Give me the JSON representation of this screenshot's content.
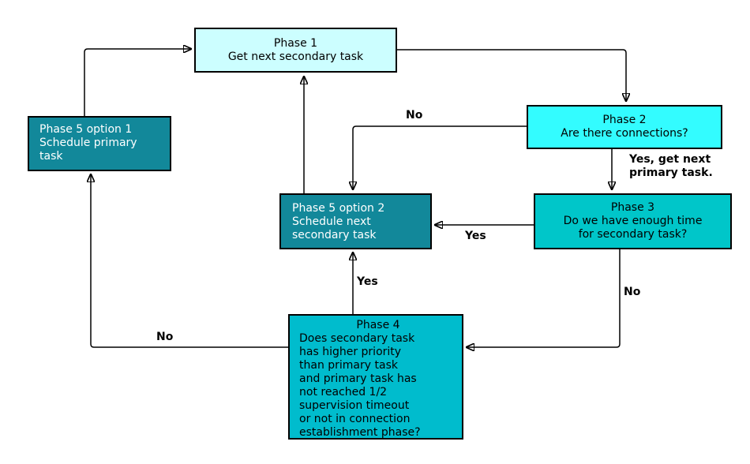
{
  "diagram": {
    "nodes": {
      "phase1": {
        "title": "Phase 1",
        "body": "Get next secondary task",
        "fill": "#CCFEFF",
        "text_color": "#000000"
      },
      "phase2": {
        "title": "Phase 2",
        "body": "Are there connections?",
        "fill": "#33FCFF",
        "text_color": "#000000"
      },
      "phase3": {
        "title": "Phase 3",
        "body": "Do we have enough time\nfor secondary task?",
        "fill": "#00C6C9",
        "text_color": "#000000"
      },
      "phase4": {
        "title": "Phase 4",
        "body": "Does secondary task\nhas higher priority\nthan primary task\nand primary task has\nnot reached 1/2\nsupervision timeout\nor not in connection\nestablishment phase?",
        "fill": "#00BCCD",
        "text_color": "#000000"
      },
      "phase5opt1": {
        "title": "Phase 5 option 1",
        "body": "Schedule primary\ntask",
        "fill": "#12889A",
        "text_color": "#FFFFFF"
      },
      "phase5opt2": {
        "title": "Phase 5 option 2",
        "body": "Schedule next\nsecondary task",
        "fill": "#12889A",
        "text_color": "#FFFFFF"
      }
    },
    "edge_labels": {
      "phase2_no": "No",
      "phase2_yes": "Yes, get next\nprimary task.",
      "phase3_yes": "Yes",
      "phase3_no": "No",
      "phase4_yes": "Yes",
      "phase4_no": "No"
    },
    "colors": {
      "background": "#FFFFFF",
      "border": "#000000",
      "connector": "#000000"
    }
  }
}
